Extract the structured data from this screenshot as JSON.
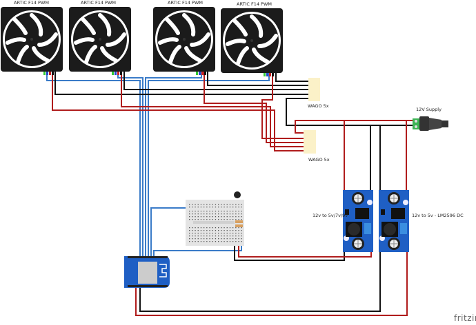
{
  "fans": [
    {
      "label": "ARTIC F14 PWM"
    },
    {
      "label": "ARTIC F14 PWM"
    },
    {
      "label": "ARTIC F14 PWM"
    },
    {
      "label": "ARTIC F14 PWM"
    }
  ],
  "wago": [
    {
      "label": "WAGO 5x"
    },
    {
      "label": "WAGO 5x"
    }
  ],
  "supply": {
    "label": "12V Supply"
  },
  "converters": [
    {
      "label": "12v to 5v/7v/9v"
    },
    {
      "label": "12v to 5v - LM2596 DC"
    }
  ],
  "logo": "fritzing",
  "colors": {
    "red_wire": "#b01c1c",
    "black_wire": "#111111",
    "blue_wire": "#3a7bc8",
    "pcb": "#1f5fc4",
    "wago": "#fbf1c8"
  }
}
